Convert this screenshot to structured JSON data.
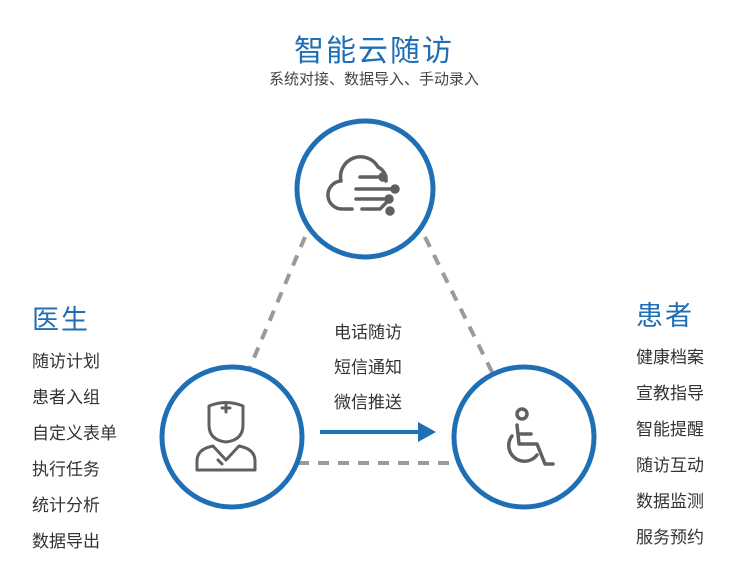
{
  "header": {
    "title": "智能云随访",
    "subtitle": "系统对接、数据导入、手动录入"
  },
  "doctor": {
    "heading": "医生",
    "items": [
      "随访计划",
      "患者入组",
      "自定义表单",
      "执行任务",
      "统计分析",
      "数据导出"
    ]
  },
  "patient": {
    "heading": "患者",
    "items": [
      "健康档案",
      "宣教指导",
      "智能提醒",
      "随访互动",
      "数据监测",
      "服务预约"
    ]
  },
  "channels": {
    "items": [
      "电话随访",
      "短信通知",
      "微信推送"
    ]
  },
  "colors": {
    "accent": "#1f6fb5",
    "dash": "#999999",
    "icon": "#555555"
  }
}
